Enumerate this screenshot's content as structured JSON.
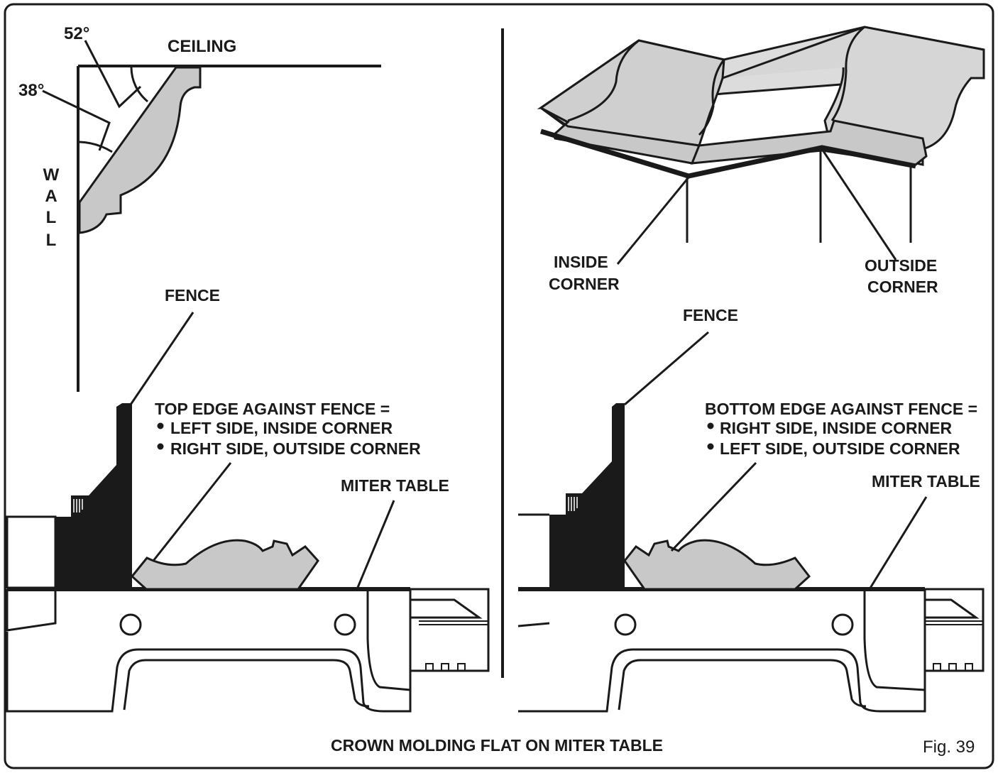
{
  "diagram": {
    "angles": {
      "ceiling_angle": "52°",
      "wall_angle": "38°"
    },
    "left_panel": {
      "ceiling_label": "CEILING",
      "wall_letters": [
        "W",
        "A",
        "L",
        "L"
      ],
      "fence_label": "FENCE",
      "note_title": "TOP EDGE AGAINST FENCE =",
      "bullets": [
        "LEFT SIDE, INSIDE CORNER",
        "RIGHT SIDE, OUTSIDE CORNER"
      ],
      "table_label": "MITER TABLE"
    },
    "right_panel": {
      "inside_corner": [
        "INSIDE",
        "CORNER"
      ],
      "outside_corner": [
        "OUTSIDE",
        "CORNER"
      ],
      "fence_label": "FENCE",
      "note_title": "BOTTOM EDGE AGAINST FENCE =",
      "bullets": [
        "RIGHT SIDE, INSIDE CORNER",
        "LEFT SIDE, OUTSIDE CORNER"
      ],
      "table_label": "MITER TABLE"
    },
    "caption": "CROWN MOLDING FLAT ON MITER TABLE",
    "figure_number": "Fig. 39",
    "colors": {
      "ink": "#1a1a1a",
      "molding": "#c8c8c8",
      "molding_light": "#dcdcdc",
      "paper": "#ffffff"
    }
  }
}
